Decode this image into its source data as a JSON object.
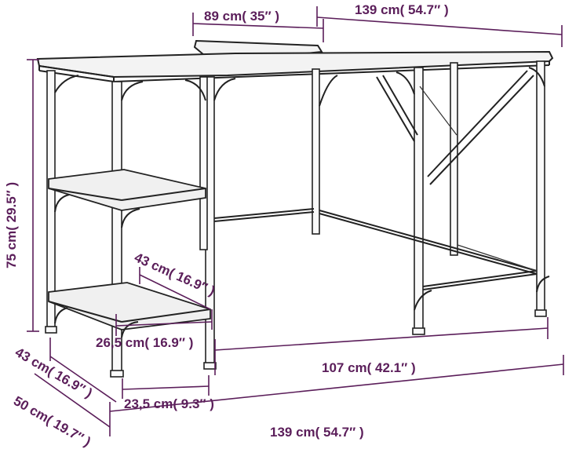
{
  "colors": {
    "dimension": "#5b1e5a",
    "lines": "#222222",
    "background": "#ffffff"
  },
  "dimensions": {
    "top_depth": "89 cm( 35″ )",
    "top_width": "139 cm( 54.7″ )",
    "height": "75 cm( 29.5″ )",
    "shelf_depth": "43 cm( 16.9″ )",
    "shelf_height_gap": "26,5 cm( 16.9″ )",
    "inner_width": "107 cm( 42.1″ )",
    "side_depth": "43 cm( 16.9″ )",
    "shelf_width": "23,5 cm( 9.3″ )",
    "overall_depth": "50 cm( 19.7″ )",
    "overall_width": "139 cm( 54.7″ )"
  }
}
